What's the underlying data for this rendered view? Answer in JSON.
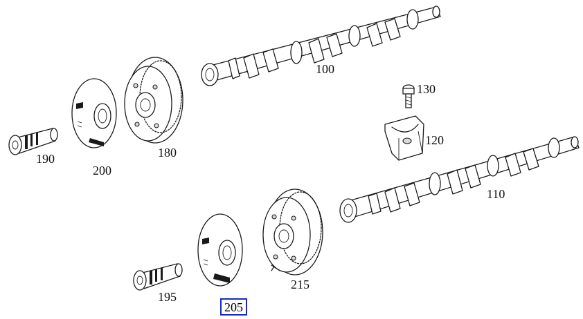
{
  "diagram": {
    "selected_callout": "205",
    "parts": [
      {
        "id": "p100",
        "label": "100",
        "icon": "camshaft-icon"
      },
      {
        "id": "p110",
        "label": "110",
        "icon": "camshaft-icon"
      },
      {
        "id": "p120",
        "label": "120",
        "icon": "bearing-cap-icon"
      },
      {
        "id": "p130",
        "label": "130",
        "icon": "bolt-icon"
      },
      {
        "id": "p180",
        "label": "180",
        "icon": "camshaft-adjuster-icon"
      },
      {
        "id": "p190",
        "label": "190",
        "icon": "central-valve-icon"
      },
      {
        "id": "p195",
        "label": "195",
        "icon": "central-valve-icon"
      },
      {
        "id": "p200",
        "label": "200",
        "icon": "sensor-wheel-icon"
      },
      {
        "id": "p205",
        "label": "205",
        "icon": "sensor-wheel-icon"
      },
      {
        "id": "p215",
        "label": "215",
        "icon": "camshaft-adjuster-icon"
      }
    ]
  }
}
